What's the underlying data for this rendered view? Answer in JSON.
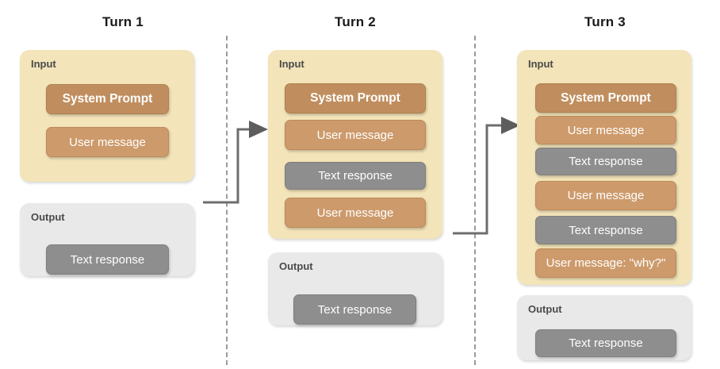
{
  "diagram": {
    "title_turn1": "Turn 1",
    "title_turn2": "Turn 2",
    "title_turn3": "Turn 3",
    "input_label": "Input",
    "output_label": "Output",
    "colors": {
      "panel_input_bg": "#f3e4b9",
      "panel_output_bg": "#e9e9e9",
      "system_prompt": "#c08e5e",
      "user_message": "#cd9a6b",
      "text_response": "#8e8e8e",
      "arrow": "#6d6d6d",
      "divider": "#9a9a9a",
      "title_text": "#1a1a1a",
      "panel_label_text": "#4a4a4a",
      "pill_text": "#ffffff"
    }
  },
  "turns": [
    {
      "title": "Turn 1",
      "input": {
        "label": "Input",
        "items": [
          {
            "kind": "system",
            "text": "System Prompt"
          },
          {
            "kind": "user",
            "text": "User message"
          }
        ]
      },
      "output": {
        "label": "Output",
        "items": [
          {
            "kind": "response",
            "text": "Text response"
          }
        ]
      }
    },
    {
      "title": "Turn 2",
      "input": {
        "label": "Input",
        "items": [
          {
            "kind": "system",
            "text": "System Prompt"
          },
          {
            "kind": "user",
            "text": "User message"
          },
          {
            "kind": "response",
            "text": "Text response"
          },
          {
            "kind": "user",
            "text": "User message"
          }
        ]
      },
      "output": {
        "label": "Output",
        "items": [
          {
            "kind": "response",
            "text": "Text response"
          }
        ]
      }
    },
    {
      "title": "Turn 3",
      "input": {
        "label": "Input",
        "items": [
          {
            "kind": "system",
            "text": "System Prompt"
          },
          {
            "kind": "user",
            "text": "User message"
          },
          {
            "kind": "response",
            "text": "Text response"
          },
          {
            "kind": "user",
            "text": "User message"
          },
          {
            "kind": "response",
            "text": "Text response"
          },
          {
            "kind": "user",
            "text": "User message: \"why?\""
          }
        ]
      },
      "output": {
        "label": "Output",
        "items": [
          {
            "kind": "response",
            "text": "Text response"
          }
        ]
      }
    }
  ]
}
